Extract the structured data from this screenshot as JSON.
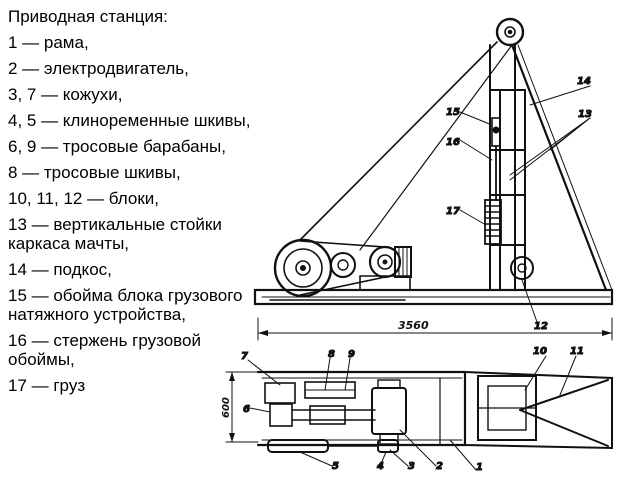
{
  "legend": {
    "title": "Приводная станция:",
    "items": [
      "1 — рама,",
      "2 — электродвигатель,",
      "3, 7 — кожухи,",
      "4, 5 — клиноременные шкивы,",
      "6, 9 — тросовые барабаны,",
      "8 — тросовые шкивы,",
      "10, 11, 12 — блоки,",
      "13 — вертикальные стойки каркаса мачты,",
      "14 — подкос,",
      "15 — обойма блока грузового натяжного устройства,",
      "16 — стержень грузовой обоймы,",
      "17 — груз"
    ]
  },
  "drawing": {
    "dimension_width": "3560",
    "dimension_height": "600",
    "callouts": [
      "1",
      "2",
      "3",
      "4",
      "5",
      "6",
      "7",
      "8",
      "9",
      "10",
      "11",
      "12",
      "13",
      "14",
      "15",
      "16",
      "17"
    ]
  }
}
